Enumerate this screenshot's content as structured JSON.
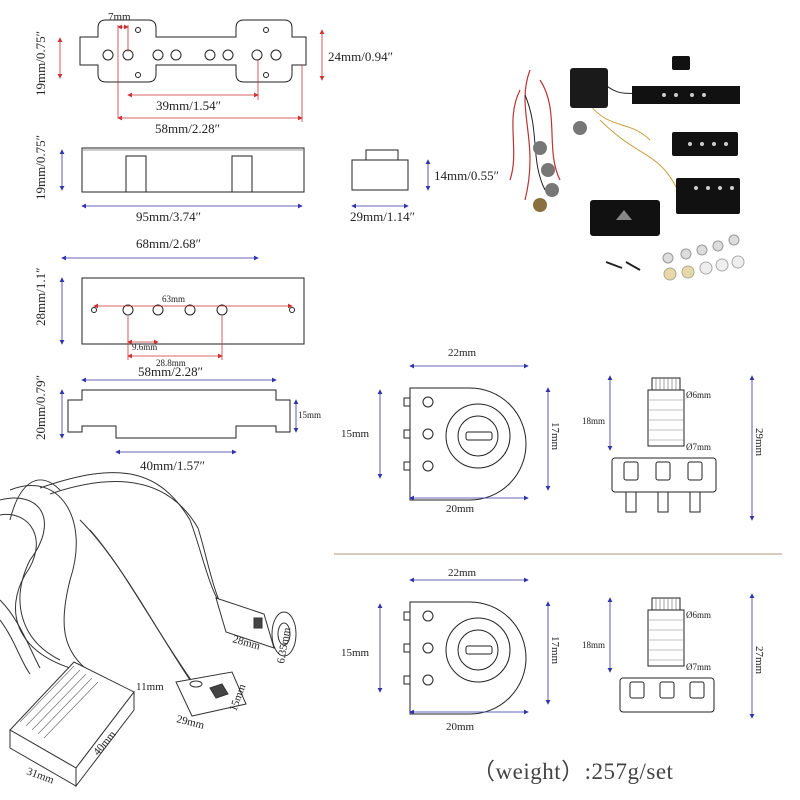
{
  "jazz_top": {
    "w_7": "7mm",
    "h": "19mm/0.75″",
    "spacing": "39mm/1.54″",
    "width": "58mm/2.28″",
    "right": "24mm/0.94″"
  },
  "jazz_side": {
    "h": "19mm/0.75″",
    "length": "95mm/3.74″",
    "end_h": "14mm/0.55″",
    "end_w": "29mm/1.14″"
  },
  "pbass_top": {
    "length": "68mm/2.68″",
    "h": "28mm/1.1″",
    "inner": "63mm",
    "pole": "9.6mm",
    "span": "28.8mm"
  },
  "pbass_side": {
    "width": "58mm/2.28″",
    "h": "20mm/0.79″",
    "right": "15mm",
    "base": "40mm/1.57″"
  },
  "pot_a": {
    "w_top": "22mm",
    "h_left": "15mm",
    "h_right": "17mm",
    "w_bottom": "20mm",
    "shaft_d1": "Ø6mm",
    "shaft_d2": "Ø7mm",
    "shaft_h": "18mm",
    "total_h": "29mm"
  },
  "pot_b": {
    "w_top": "22mm",
    "h_left": "15mm",
    "h_right": "17mm",
    "w_bottom": "20mm",
    "shaft_d1": "Ø6mm",
    "shaft_d2": "Ø7mm",
    "shaft_h": "18mm",
    "total_h": "27mm"
  },
  "preamp": {
    "w": "31mm",
    "d": "40mm",
    "h": "11mm"
  },
  "battery_clip": {
    "w": "29mm",
    "h": "15mm"
  },
  "jack": {
    "len": "28mm",
    "d": "6.35mm"
  },
  "weight_label": "（weight）:257g/set"
}
